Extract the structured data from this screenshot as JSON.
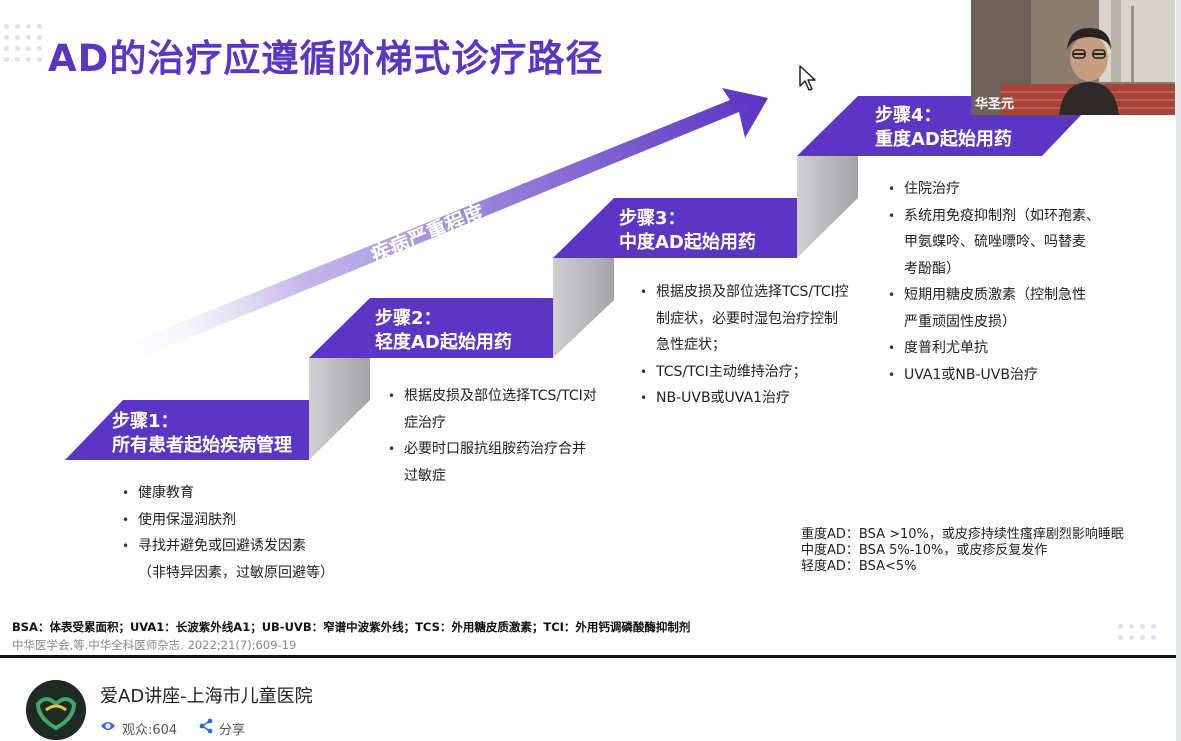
{
  "slide": {
    "title": "AD的治疗应遵循阶梯式诊疗路径",
    "arrow_label": "疾病严重程度",
    "steps": [
      {
        "title": "步骤1：\n所有患者起始疾病管理",
        "bullets": [
          "健康教育",
          "使用保湿润肤剂",
          "寻找并避免或回避诱发因素\n（非特异因素，过敏原回避等）"
        ]
      },
      {
        "title": "步骤2：\n轻度AD起始用药",
        "bullets": [
          "根据皮损及部位选择TCS/TCI对\n症治疗",
          "必要时口服抗组胺药治疗合并\n过敏症"
        ]
      },
      {
        "title": "步骤3：\n中度AD起始用药",
        "bullets": [
          "根据皮损及部位选择TCS/TCI控\n制症状，必要时湿包治疗控制\n急性症状；",
          "TCS/TCI主动维持治疗；",
          "NB-UVB或UVA1治疗"
        ]
      },
      {
        "title": "步骤4：\n重度AD起始用药",
        "bullets": [
          "住院治疗",
          "系统用免疫抑制剂（如环孢素、\n甲氨蝶呤、硫唑嘌呤、吗替麦\n考酚酯）",
          "短期用糖皮质激素（控制急性\n严重顽固性皮损）",
          "度普利尤单抗",
          "UVA1或NB-UVB治疗"
        ]
      }
    ],
    "definitions": [
      "重度AD：BSA >10%，或皮疹持续性瘙痒剧烈影响睡眠",
      "中度AD：BSA 5%-10%，或皮疹反复发作",
      "轻度AD：BSA<5%"
    ],
    "abbreviations": "BSA：体表受累面积；UVA1：长波紫外线A1；UB-UVB：窄谱中波紫外线；TCS：外用糖皮质激素；TCI：外用钙调磷酸酶抑制剂",
    "citation": "中华医学会,等.中华全科医师杂志. 2022;21(7):609-19"
  },
  "webcam": {
    "name": "华圣元"
  },
  "stream": {
    "title": "爱AD讲座-上海市儿童医院",
    "views_label": "观众:604",
    "share_label": "分享"
  },
  "colors": {
    "brand_purple": "#5b35c4",
    "step_gray": "#a9a9ab"
  },
  "icons": {
    "cursor": "mouse-pointer-icon",
    "views": "eye-icon",
    "share": "share-icon"
  }
}
